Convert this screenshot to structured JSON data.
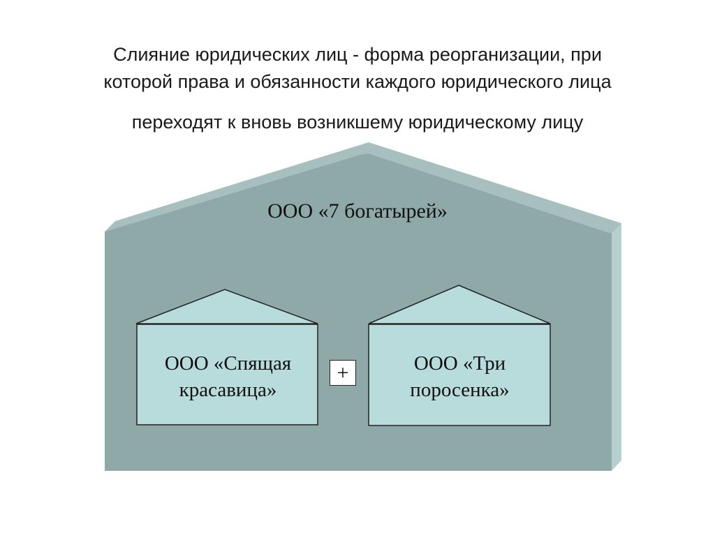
{
  "title": {
    "line1": "Слияние юридических лиц - форма реорганизации, при",
    "line2": "которой права и обязанности каждого юридического лица",
    "line3": "переходят к вновь возникшему юридическому лицу"
  },
  "diagram": {
    "outer_label": "ООО «7 богатырей»",
    "left_box_label_line1": "ООО «Спящая",
    "left_box_label_line2": "красавица»",
    "plus_sign": "+",
    "right_box_label_line1": "ООО «Три",
    "right_box_label_line2": "поросенка»",
    "colors": {
      "house_body": "#8fa9a9",
      "house_roof": "#8fa9a9",
      "house_roof_top": "#a8bfbf",
      "house_side": "#b8cfcf",
      "inner_box": "#b8dcdc",
      "stroke": "#222222"
    }
  }
}
